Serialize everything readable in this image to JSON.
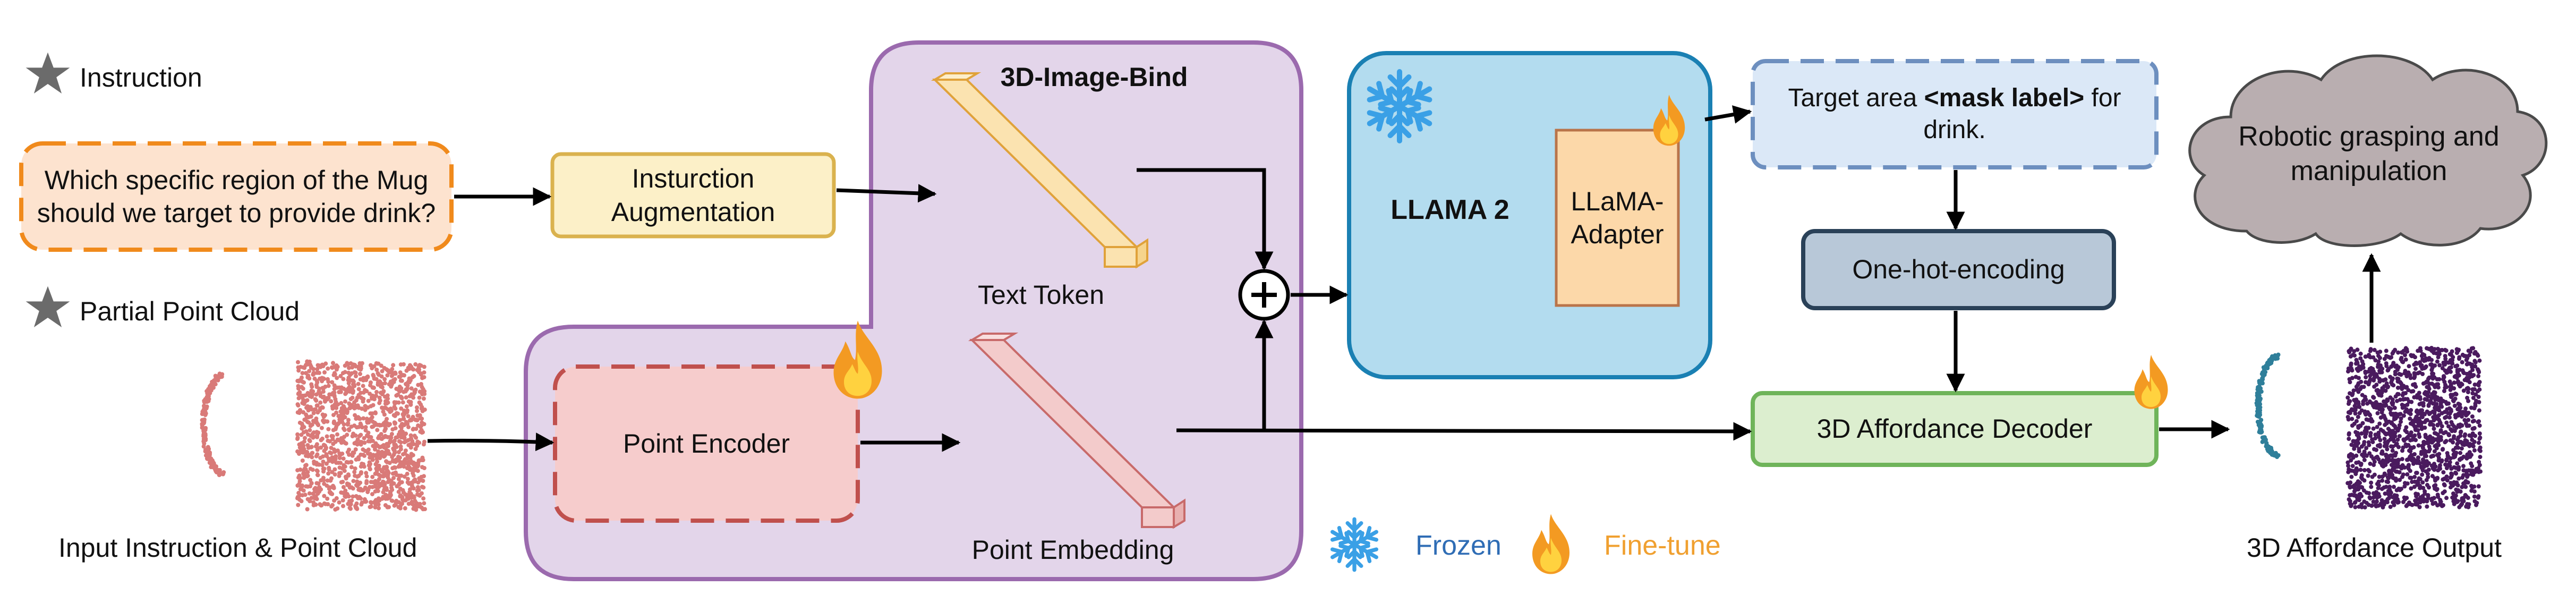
{
  "legend_top": {
    "instruction": "Instruction",
    "partial_point_cloud": "Partial Point Cloud"
  },
  "question": "Which specific region of the Mug should we target to provide drink?",
  "augmentation": "Insturction Augmentation",
  "bind_title": "3D-Image-Bind",
  "text_token": "Text Token",
  "point_encoder": "Point Encoder",
  "point_embedding": "Point Embedding",
  "llama": "LLAMA 2",
  "adapter": "LLaMA-Adapter",
  "target_prefix": "Target area ",
  "target_mask": "<mask label>",
  "target_suffix": " for drink.",
  "one_hot": "One-hot-encoding",
  "decoder": "3D Affordance Decoder",
  "cloud_text": "Robotic grasping and manipulation",
  "input_caption": "Input Instruction & Point Cloud",
  "output_caption": "3D Affordance Output",
  "legend_bottom": {
    "frozen": "Frozen",
    "finetune": "Fine-tune"
  },
  "colors": {
    "frozen_text": "#2f6db5",
    "finetune_text": "#f0a030",
    "input_cloud": "#d97a78",
    "output_cloud": "#4a1a5e",
    "output_part": "#2f7f9a"
  },
  "icons": {
    "star": "star-icon",
    "snowflake": "snowflake-icon",
    "flame": "flame-icon"
  }
}
